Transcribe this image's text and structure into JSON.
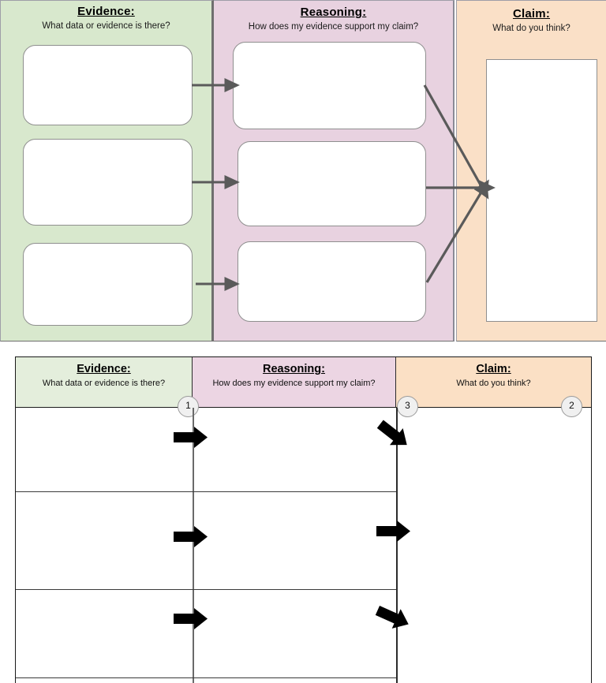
{
  "diagram": {
    "columns": [
      {
        "key": "evidence",
        "title": "Evidence:",
        "subtitle": "What data or evidence is there?",
        "color": "#d8e8cd",
        "boxes": 3
      },
      {
        "key": "reasoning",
        "title": "Reasoning:",
        "subtitle": "How does my evidence support my claim?",
        "color": "#e8d2e0",
        "boxes": 3
      },
      {
        "key": "claim",
        "title": "Claim:",
        "subtitle": "What do you think?",
        "color": "#fae0c7",
        "boxes": 1
      }
    ],
    "arrow_color": "#5a5a5a"
  },
  "table": {
    "columns": [
      {
        "key": "evidence",
        "title": "Evidence:",
        "subtitle": "What data or evidence is there?",
        "badge": "1",
        "color": "#e4eedc"
      },
      {
        "key": "reasoning",
        "title": "Reasoning:",
        "subtitle": "How does my evidence support my claim?",
        "badge": "3",
        "color": "#ecd5e3"
      },
      {
        "key": "claim",
        "title": "Claim:",
        "subtitle": "What do you think?",
        "badge": "2",
        "color": "#fbe0c5"
      }
    ],
    "rows": 4,
    "arrow_color": "#000000"
  }
}
